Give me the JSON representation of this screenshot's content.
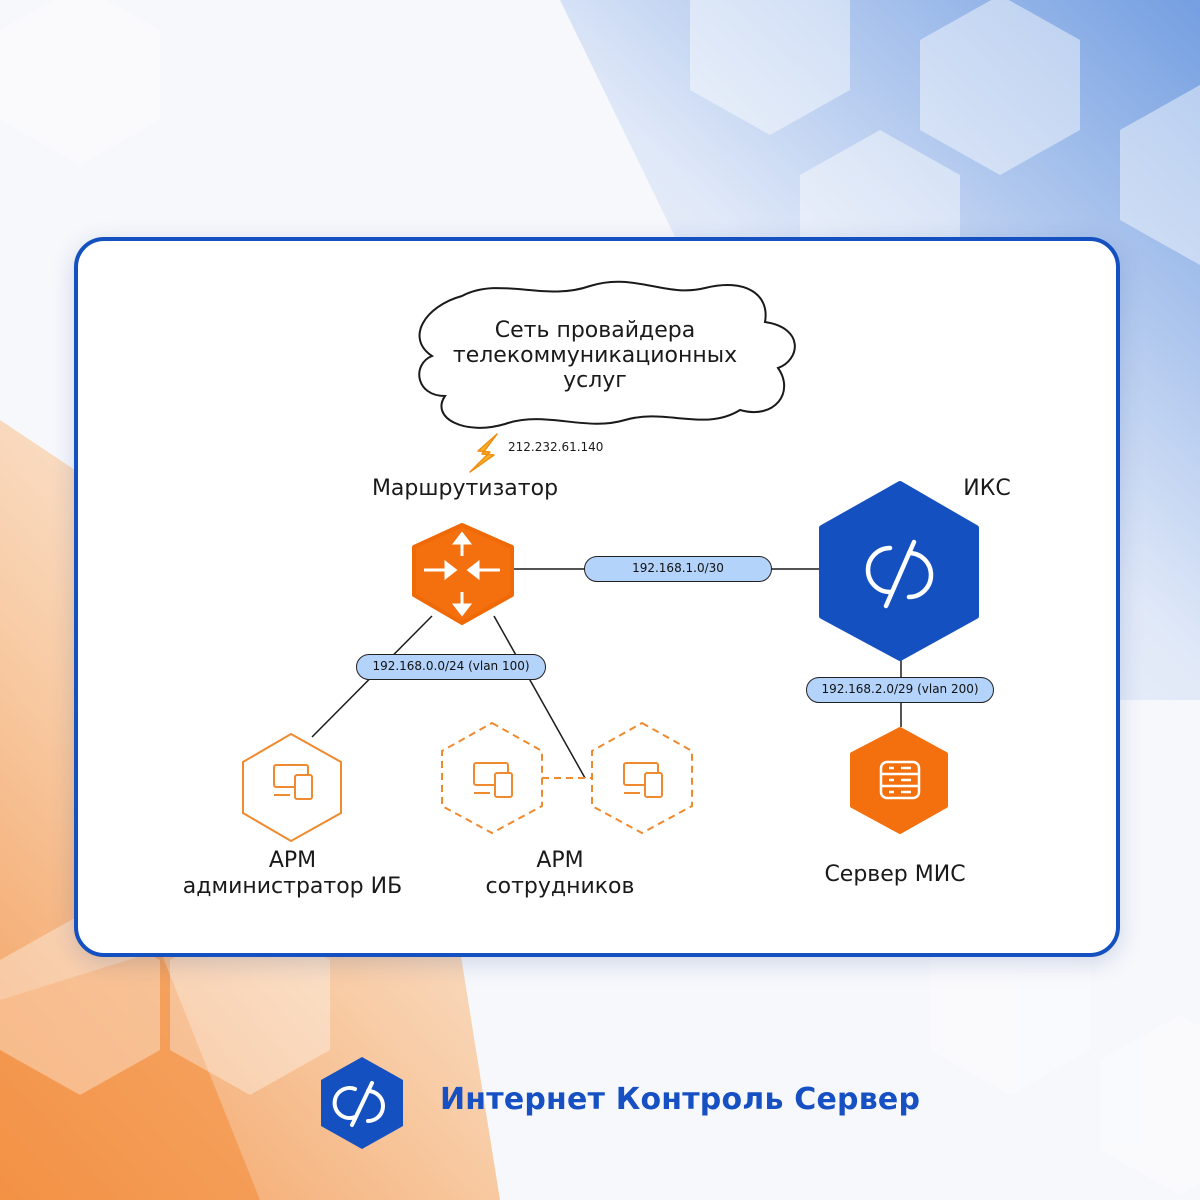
{
  "colors": {
    "brand_blue": "#1550c0",
    "accent_orange": "#f4700e",
    "link_pill": "#b4d3fb"
  },
  "diagram": {
    "cloud_label": [
      "Сеть провайдера",
      "телекоммуникационных",
      "услуг"
    ],
    "external_ip": "212.232.61.140",
    "router_label": "Маршрутизатор",
    "iks_label": "ИКС",
    "link_router_iks": "192.168.1.0/30",
    "link_lan": "192.168.0.0/24 (vlan 100)",
    "link_iks_server": "192.168.2.0/29 (vlan 200)",
    "arm_admin_label": [
      "АРМ",
      "администратор ИБ"
    ],
    "arm_staff_label": [
      "АРМ",
      "сотрудников"
    ],
    "server_label": "Сервер МИС"
  },
  "footer": {
    "brand_name": "Интернет Контроль Сервер",
    "logo_icon": "iks-logo-icon"
  }
}
